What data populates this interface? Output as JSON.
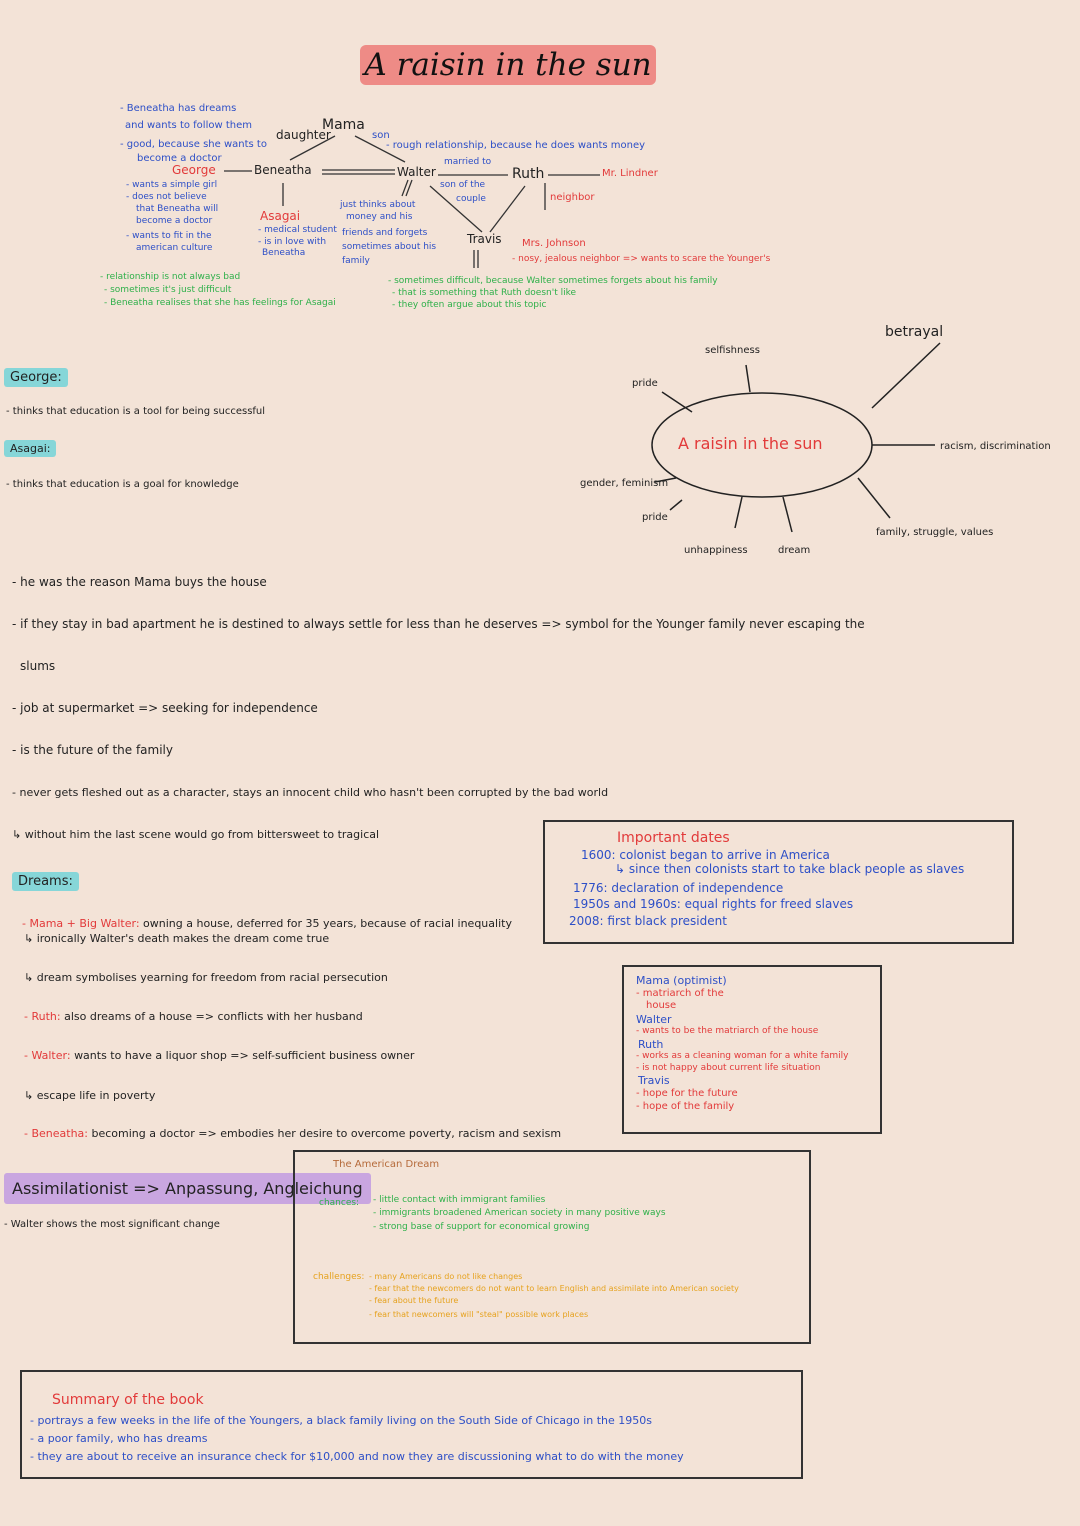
{
  "title": "A raisin in the sun",
  "family_map": {
    "mama": "Mama",
    "daughter": "daughter",
    "son": "son",
    "beneatha": "Beneatha",
    "george": "George",
    "asagai": "Asagai",
    "walter": "Walter",
    "ruth": "Ruth",
    "lindner": "Mr. Lindner",
    "travis": "Travis",
    "johnson": "Mrs. Johnson",
    "neighbor": "neighbor",
    "married_to": "married to",
    "son_of_couple_1": "son of the",
    "son_of_couple_2": "couple",
    "beneatha_notes": [
      "- Beneatha has dreams",
      "and wants to follow them",
      "- good, because she wants to",
      "become a doctor"
    ],
    "george_notes": [
      "- wants a simple girl",
      "- does not believe",
      "that Beneatha will",
      "become a doctor",
      "- wants to fit in the",
      "american culture"
    ],
    "asagai_notes": [
      "- medical student",
      "- is in love with",
      "Beneatha"
    ],
    "walter_son_note": "- rough relationship, because he does wants money",
    "walter_notes": [
      "just thinks about",
      "money and his",
      "friends and forgets",
      "sometimes about his",
      "family"
    ],
    "johnson_note": "- nosy, jealous neighbor => wants to scare the Younger's",
    "beneatha_rel": [
      "- relationship is not always bad",
      "- sometimes it's just difficult",
      "- Beneatha realises that she has feelings for Asagai"
    ],
    "walter_rel": [
      "- sometimes difficult, because Walter sometimes forgets about his family",
      "- that is something that Ruth doesn't like",
      "- they often argue about this topic"
    ]
  },
  "mindmap": {
    "center": "A raisin in the sun",
    "spokes": [
      "selfishness",
      "pride",
      "betrayal",
      "racism, discrimination",
      "gender, feminism",
      "pride",
      "unhappiness",
      "dream",
      "family, struggle, values"
    ]
  },
  "george": {
    "label": "George:",
    "note": "- thinks that education is a tool for being successful"
  },
  "asagai": {
    "label": "Asagai:",
    "note": "- thinks that education is a goal for knowledge"
  },
  "travis_notes": [
    "- he was the reason Mama buys the house",
    "- if they stay in bad apartment he is destined to always settle for less than he deserves => symbol for the Younger family never escaping the",
    "slums",
    "- job at supermarket => seeking for independence",
    "- is the future of the family",
    "- never gets fleshed out as a character, stays an innocent child who hasn't been corrupted by the bad world",
    "↳ without him the last scene would go from bittersweet to tragical"
  ],
  "dates": {
    "title": "Important dates",
    "items": [
      "1600: colonist began to arrive in America",
      "↳ since then colonists start to take black people as slaves",
      "1776: declaration of independence",
      "1950s and 1960s: equal rights for freed slaves",
      "2008: first black president"
    ]
  },
  "dreams": {
    "label": "Dreams:",
    "mama_prefix": "- Mama + Big Walter:",
    "mama_text": "owning a house, deferred for 35 years, because of racial inequality",
    "mama_sub": "↳ ironically Walter's death makes the dream come true",
    "symbol": "↳ dream symbolises yearning for freedom from racial persecution",
    "ruth_prefix": "- Ruth:",
    "ruth_text": "also dreams of a house => conflicts with her husband",
    "walter_prefix": "- Walter:",
    "walter_text": "wants to have a liquor shop => self-sufficient business owner",
    "escape": "↳ escape life in poverty",
    "beneatha_prefix": "- Beneatha:",
    "beneatha_text": "becoming a doctor => embodies her desire to overcome poverty, racism and sexism"
  },
  "characters_box": {
    "mama": "Mama (optimist)",
    "mama_notes": [
      "- matriarch of the",
      "house"
    ],
    "walter": "Walter",
    "walter_notes": [
      "- wants to be the matriarch of the house"
    ],
    "ruth": "Ruth",
    "ruth_notes": [
      "- works as a cleaning woman for a white family",
      "- is not happy about current life situation"
    ],
    "travis": "Travis",
    "travis_notes": [
      "- hope for the future",
      "- hope of the family"
    ]
  },
  "assimilationist": {
    "label": "Assimilationist => Anpassung, Angleichung",
    "note": "- Walter shows the most significant change"
  },
  "american_dream": {
    "title": "The American Dream",
    "chances_label": "chances:",
    "chances": [
      "- little contact with immigrant families",
      "- immigrants broadened American society in many positive ways",
      "- strong base of support for economical growing"
    ],
    "challenges_label": "challenges:",
    "challenges": [
      "- many Americans do not like changes",
      "- fear that the newcomers do not want to learn English and assimilate into American society",
      "- fear about the future",
      "- fear that newcomers will \"steal\" possible work places"
    ]
  },
  "summary": {
    "title": "Summary of the book",
    "items": [
      "- portrays a few weeks in the life of the Youngers, a black family living on the South Side of Chicago in the 1950s",
      "- a poor family, who has dreams",
      "- they are about to receive an insurance check for $10,000 and now they are discussioning what to do with the money"
    ]
  },
  "colors": {
    "background": "#f3e3d7",
    "title": "#ee8b86",
    "blue": "#2d4fc7",
    "red": "#e23a3a",
    "green": "#2fb04a",
    "orange": "#e6a21e"
  }
}
